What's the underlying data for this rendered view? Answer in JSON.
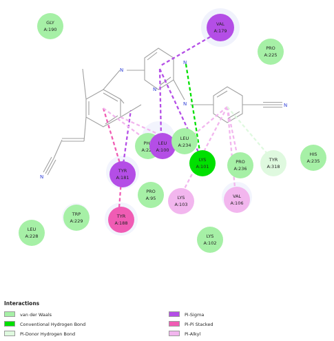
{
  "atom_labels": {
    "n1": "N",
    "n2": "N",
    "n3": "N",
    "n4": "N",
    "n5": "N",
    "n6": "N"
  },
  "residues": {
    "gly190": {
      "name": "GLY",
      "id": "A:190"
    },
    "val179": {
      "name": "VAL",
      "id": "A:179"
    },
    "pro225": {
      "name": "PRO",
      "id": "A:225"
    },
    "phe227": {
      "name": "PHE",
      "id": "A:227"
    },
    "leu100": {
      "name": "LEU",
      "id": "A:100"
    },
    "leu234": {
      "name": "LEU",
      "id": "A:234"
    },
    "lys101": {
      "name": "LYS",
      "id": "A:101"
    },
    "pro236": {
      "name": "PRO",
      "id": "A:236"
    },
    "tyr318": {
      "name": "TYR",
      "id": "A:318"
    },
    "his235": {
      "name": "HIS",
      "id": "A:235"
    },
    "tyr181": {
      "name": "TYR",
      "id": "A:181"
    },
    "pro95": {
      "name": "PRO",
      "id": "A:95"
    },
    "lys103": {
      "name": "LYS",
      "id": "A:103"
    },
    "val106": {
      "name": "VAL",
      "id": "A:106"
    },
    "trp229": {
      "name": "TRP",
      "id": "A:229"
    },
    "tyr188": {
      "name": "TYR",
      "id": "A:188"
    },
    "leu228": {
      "name": "LEU",
      "id": "A:228"
    },
    "lys102": {
      "name": "LYS",
      "id": "A:102"
    }
  },
  "colors": {
    "van_der_waals": "#a6f0a6",
    "conventional_hbond": "#00e000",
    "pi_donor_hbond": "#dff9df",
    "pi_sigma": "#b44ee6",
    "pi_pi_stacked": "#f05cb4",
    "pi_alkyl": "#f2b6ee"
  },
  "legend": {
    "title": "Interactions",
    "van_der_waals": "van der Waals",
    "conventional_hbond": "Conventional Hydrogen Bond",
    "pi_donor_hbond": "Pi-Donor Hydrogen Bond",
    "pi_sigma": "Pi-Sigma",
    "pi_pi_stacked": "Pi-Pi Stacked",
    "pi_alkyl": "Pi-Alkyl"
  }
}
